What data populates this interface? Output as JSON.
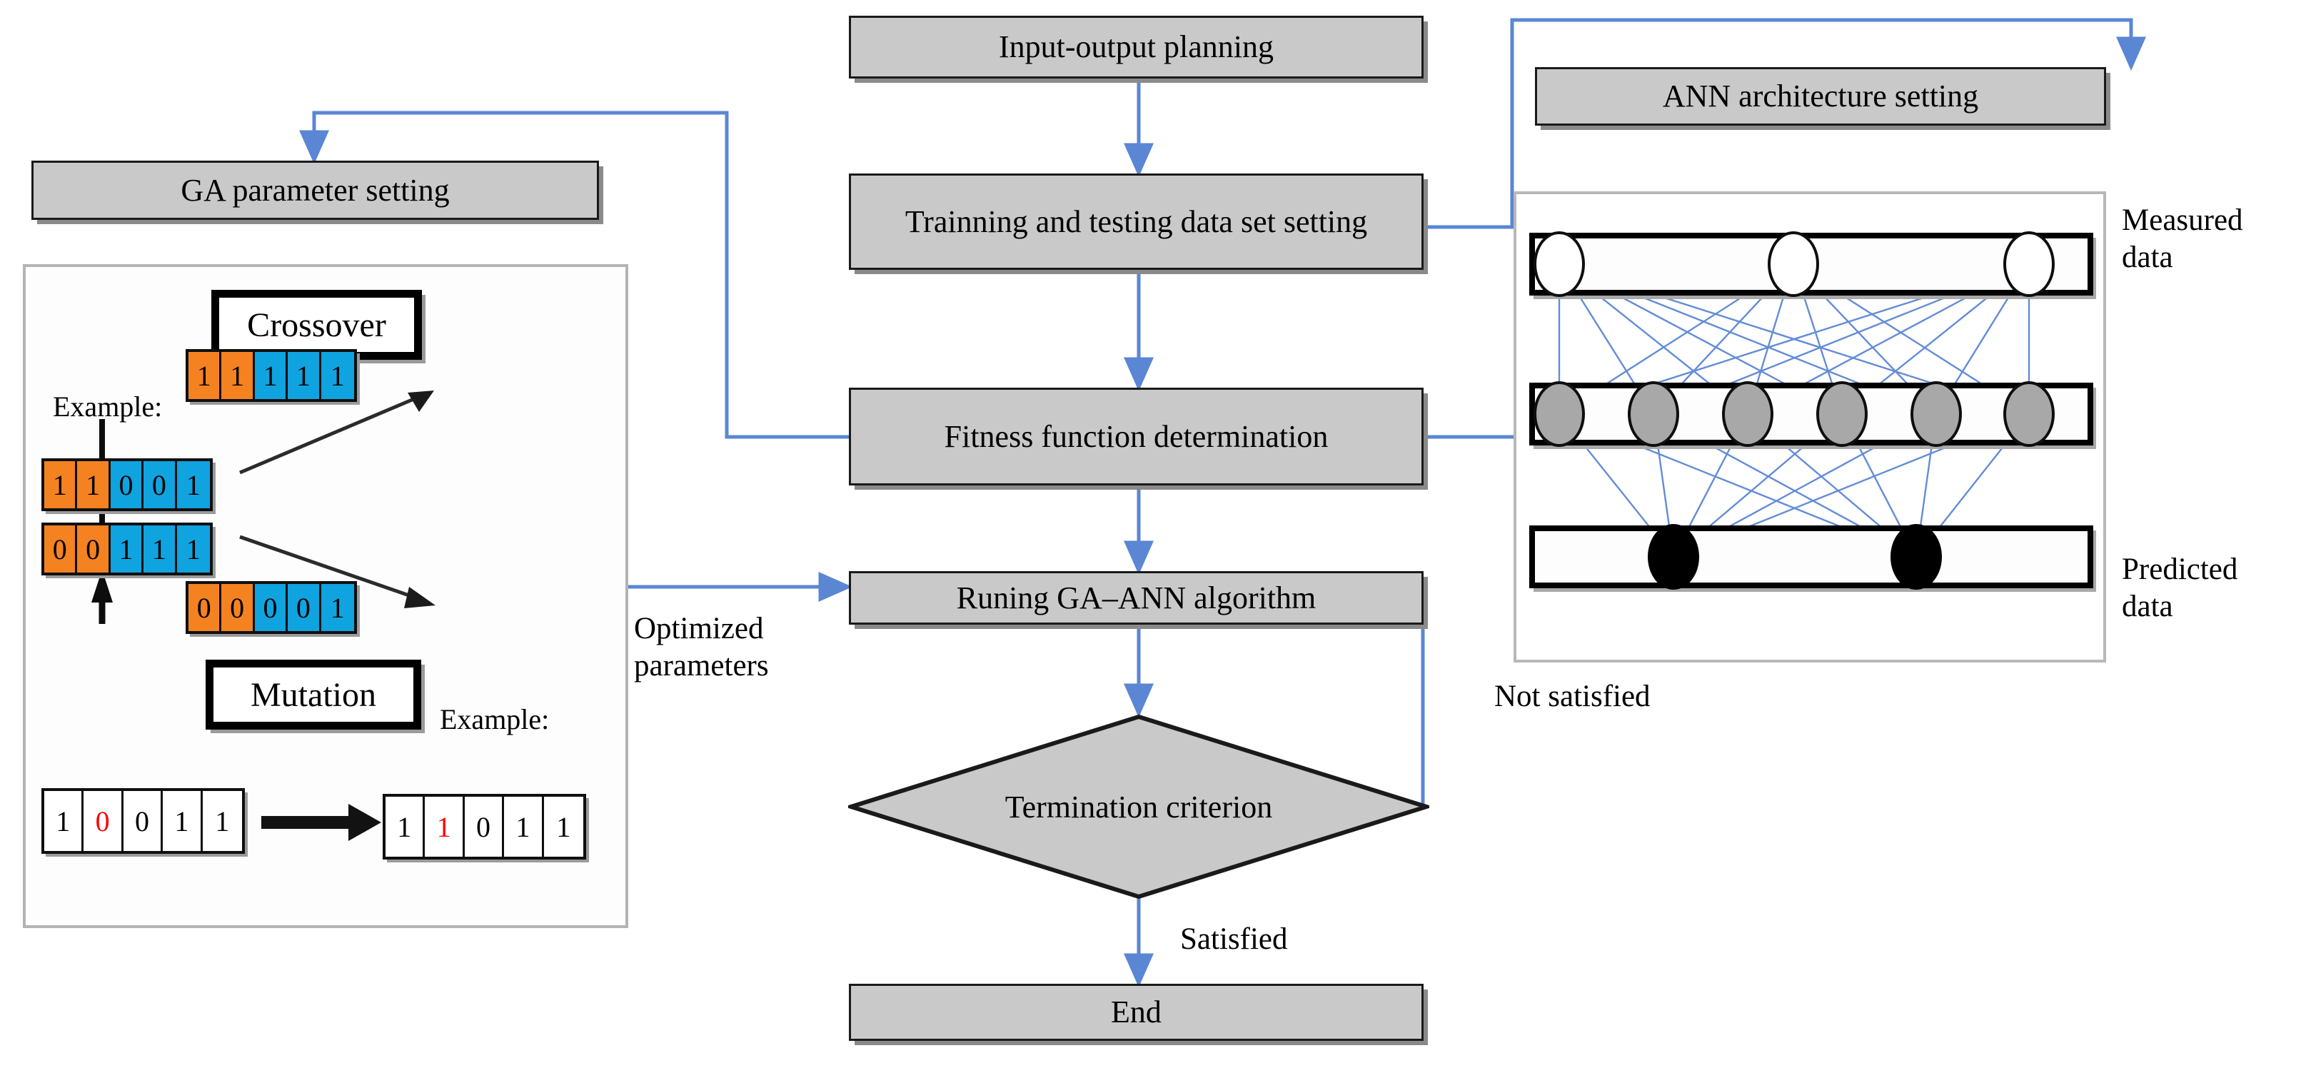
{
  "flow": {
    "boxes": [
      {
        "id": "input-output-planning",
        "label": "Input-output planning"
      },
      {
        "id": "training-testing-data-set-setting",
        "label": "Trainning and testing data set setting"
      },
      {
        "id": "fitness-function-determination",
        "label": "Fitness function determination"
      },
      {
        "id": "running-ga-ann-algorithm",
        "label": "Runing GA–ANN algorithm"
      },
      {
        "id": "end",
        "label": "End"
      }
    ],
    "decision": {
      "id": "termination-criterion",
      "label": "Termination criterion"
    },
    "edge_labels": {
      "satisfied": "Satisfied",
      "not_satisfied": "Not satisfied",
      "optimized_parameters": "Optimized\nparameters"
    }
  },
  "ga": {
    "setting_box_label": "GA parameter setting",
    "crossover": {
      "title": "Crossover",
      "example_label": "Example:",
      "parents": [
        {
          "bits": [
            "1",
            "1",
            "0",
            "0",
            "1"
          ],
          "colors": [
            "orange",
            "orange",
            "blue",
            "blue",
            "blue"
          ]
        },
        {
          "bits": [
            "0",
            "0",
            "1",
            "1",
            "1"
          ],
          "colors": [
            "orange",
            "orange",
            "blue",
            "blue",
            "blue"
          ]
        }
      ],
      "children": [
        {
          "bits": [
            "1",
            "1",
            "1",
            "1",
            "1"
          ],
          "colors": [
            "orange",
            "orange",
            "blue",
            "blue",
            "blue"
          ]
        },
        {
          "bits": [
            "0",
            "0",
            "0",
            "0",
            "1"
          ],
          "colors": [
            "orange",
            "orange",
            "blue",
            "blue",
            "blue"
          ]
        }
      ]
    },
    "mutation": {
      "title": "Mutation",
      "example_label": "Example:",
      "before": {
        "bits": [
          "1",
          "0",
          "0",
          "1",
          "1"
        ],
        "highlight_index": 1
      },
      "after": {
        "bits": [
          "1",
          "1",
          "0",
          "1",
          "1"
        ],
        "highlight_index": 1
      }
    }
  },
  "ann": {
    "setting_box_label": "ANN architecture setting",
    "measured_label": "Measured\ndata",
    "predicted_label": "Predicted\ndata",
    "layers": [
      {
        "name": "input-layer",
        "node_count": 3,
        "node_style": "in"
      },
      {
        "name": "hidden-layer",
        "node_count": 6,
        "node_style": "hid"
      },
      {
        "name": "output-layer",
        "node_count": 2,
        "node_style": "out"
      }
    ]
  },
  "colors": {
    "box_fill": "#c9c9c9",
    "box_border": "#1a1a1a",
    "arrow_blue": "#5b86d4",
    "bit_orange": "#f58220",
    "bit_blue": "#0fa3e0",
    "node_hidden": "#a8a8a8",
    "highlight_red": "#ff0000",
    "panel_border": "#b4b4b4"
  }
}
